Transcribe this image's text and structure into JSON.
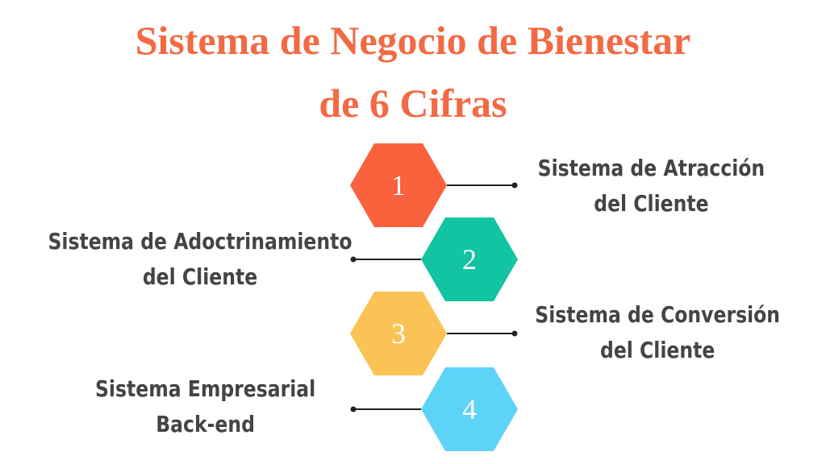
{
  "title": {
    "line1": "Sistema de Negocio de Bienestar",
    "line2": "de 6 Cifras"
  },
  "steps": [
    {
      "number": "1",
      "line1": "Sistema de Atracción",
      "line2": "del Cliente",
      "color": "#fa623e",
      "side": "right"
    },
    {
      "number": "2",
      "line1": "Sistema de Adoctrinamiento",
      "line2": "del Cliente",
      "color": "#12c4a0",
      "side": "left"
    },
    {
      "number": "3",
      "line1": "Sistema de Conversión",
      "line2": "del Cliente",
      "color": "#fbc255",
      "side": "right"
    },
    {
      "number": "4",
      "line1": "Sistema Empresarial",
      "line2": "Back-end",
      "color": "#5dd3f7",
      "side": "left"
    }
  ],
  "colors": {
    "title": "#f26a44",
    "label": "#444444",
    "connector": "#222222"
  }
}
